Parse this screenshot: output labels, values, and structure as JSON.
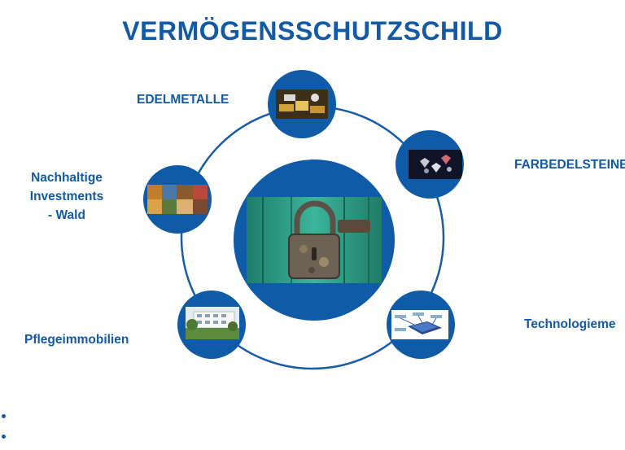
{
  "title": "VERMÖGENSSCHUTZSCHILD",
  "segments": {
    "edelmetalle": "EDELMETALLE",
    "farbedelsteine": "FARBEDELSTEINE",
    "wald_line1": "Nachhaltige",
    "wald_line2": "Investments",
    "wald_line3": "- Wald",
    "pflege": "Pflegeimmobilien",
    "technologie": "Technologieme"
  },
  "icons": {
    "center": "padlock-image",
    "edelmetalle": "gold-bars-image",
    "farbedelsteine": "gemstones-image",
    "wald": "forest-collage-image",
    "pflege": "building-image",
    "technologie": "tech-diagram-image"
  },
  "colors": {
    "brand_blue": "#0f5ba7",
    "text_blue": "#1259a6",
    "ring": "#1a5ca8"
  }
}
